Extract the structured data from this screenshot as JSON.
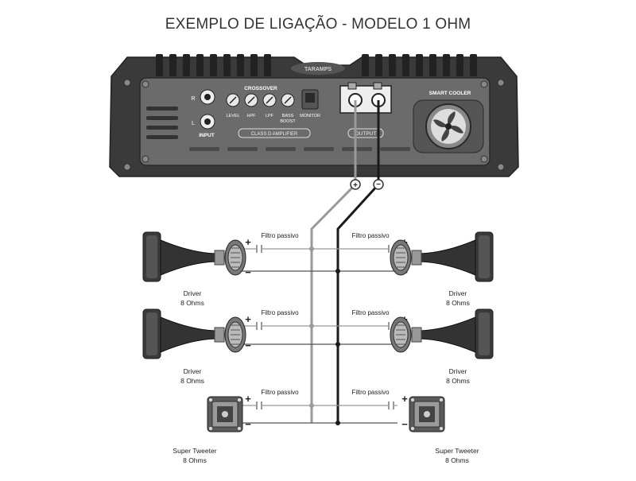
{
  "title": "EXEMPLO DE LIGAÇÃO - MODELO 1 OHM",
  "amplifier": {
    "brand_logo": "TARAMPS",
    "input_label": "INPUT",
    "input_r": "R",
    "input_l": "L",
    "crossover_label": "CROSSOVER",
    "knobs": [
      "LEVEL",
      "HPF",
      "LPF",
      "BASS BOOST"
    ],
    "monitor_label": "MONITOR",
    "class_label": "CLASS D AMPLIFIER",
    "output_label": "OUTPUT",
    "fan_label": "SMART COOLER"
  },
  "polarity": {
    "plus": "+",
    "minus": "−"
  },
  "filter_label": "Filtro passivo",
  "speakers": [
    {
      "name": "Driver",
      "impedance": "8 Ohms",
      "kind": "driver",
      "side": "left",
      "row": 0
    },
    {
      "name": "Driver",
      "impedance": "8 Ohms",
      "kind": "driver",
      "side": "right",
      "row": 0
    },
    {
      "name": "Driver",
      "impedance": "8 Ohms",
      "kind": "driver",
      "side": "left",
      "row": 1
    },
    {
      "name": "Driver",
      "impedance": "8 Ohms",
      "kind": "driver",
      "side": "right",
      "row": 1
    },
    {
      "name": "Super Tweeter",
      "impedance": "8 Ohms",
      "kind": "tweeter",
      "side": "left",
      "row": 2
    },
    {
      "name": "Super Tweeter",
      "impedance": "8 Ohms",
      "kind": "tweeter",
      "side": "right",
      "row": 2
    }
  ],
  "colors": {
    "positive_wire": "#9a9a9a",
    "negative_wire": "#1a1a1a",
    "amp_body": "#3a3a3a",
    "amp_panel": "#6b6b6b"
  }
}
